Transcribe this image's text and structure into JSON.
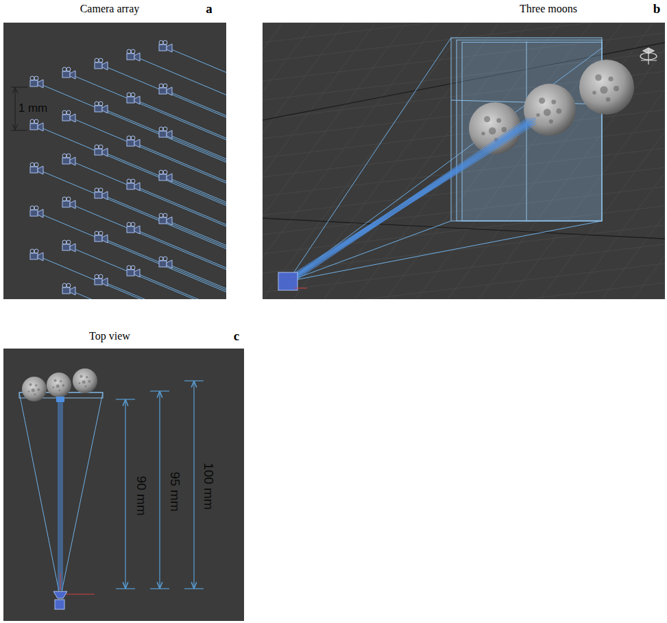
{
  "diagram": {
    "labels": [
      "Camera array",
      "a",
      "Three moons",
      "b",
      "Top view",
      "c",
      "1 mm",
      "90 mm",
      "95 mm",
      "100 mm"
    ]
  }
}
